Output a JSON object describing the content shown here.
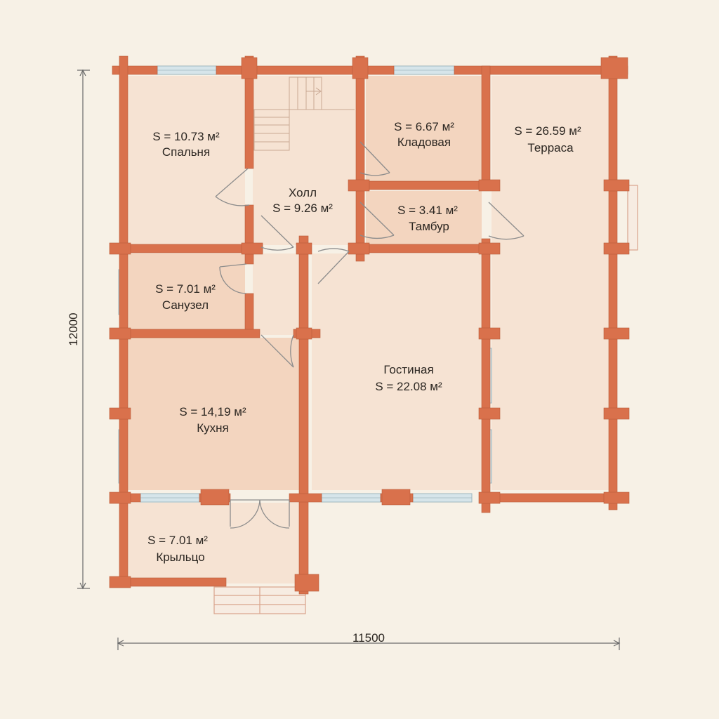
{
  "colors": {
    "background": "#f7f1e6",
    "wall": "#d9714c",
    "wall_edge": "#b85a38",
    "window": "#d6e5ea",
    "window_edge": "#9fb7bf",
    "room_fill_light": "#f6e3d3",
    "room_fill_medium": "#f3d5bf",
    "door_line": "#8c8c8c",
    "dimension_line": "#6b6b6b"
  },
  "plan": {
    "rooms": [
      {
        "name": "Спальня",
        "area": "S = 10.73 м²"
      },
      {
        "name": "Холл",
        "area": "S = 9.26 м²"
      },
      {
        "name": "Кладовая",
        "area": "S = 6.67 м²"
      },
      {
        "name": "Терраса",
        "area": "S = 26.59 м²"
      },
      {
        "name": "Тамбур",
        "area": "S = 3.41 м²"
      },
      {
        "name": "Санузел",
        "area": "S = 7.01 м²"
      },
      {
        "name": "Гостиная",
        "area": "S = 22.08 м²"
      },
      {
        "name": "Кухня",
        "area": "S = 14,19 м²"
      },
      {
        "name": "Крыльцо",
        "area": "S = 7.01 м²"
      }
    ],
    "dimensions": {
      "width": "11500",
      "height": "12000"
    }
  }
}
